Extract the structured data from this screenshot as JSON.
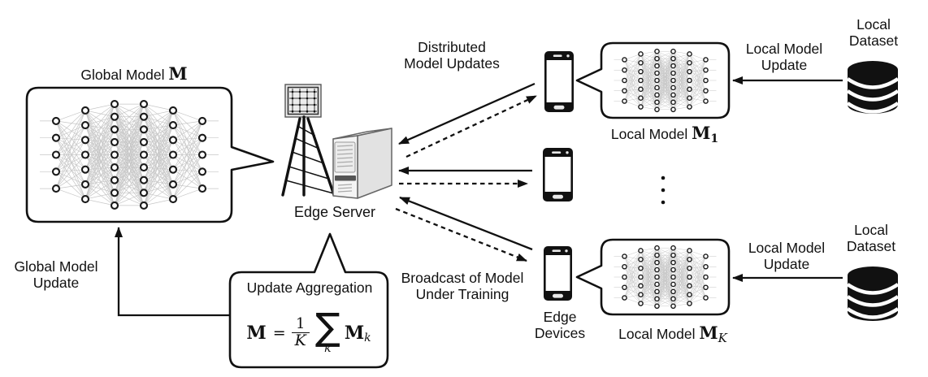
{
  "labels": {
    "global_model": {
      "prefix": "Global Model ",
      "symbol": "M"
    },
    "edge_server": "Edge Server",
    "distributed_updates": {
      "line1": "Distributed",
      "line2": "Model Updates"
    },
    "broadcast": {
      "line1": "Broadcast of Model",
      "line2": "Under Training"
    },
    "global_model_update": {
      "line1": "Global Model",
      "line2": "Update"
    },
    "edge_devices": {
      "line1": "Edge",
      "line2": "Devices"
    },
    "local_model_1": {
      "prefix": "Local Model ",
      "symbol": "M",
      "subscript": "1"
    },
    "local_model_K": {
      "prefix": "Local Model ",
      "symbol": "M",
      "subscript": "K"
    },
    "local_model_update_top": {
      "line1": "Local Model",
      "line2": "Update"
    },
    "local_model_update_bottom": {
      "line1": "Local Model",
      "line2": "Update"
    },
    "local_dataset_top": {
      "line1": "Local",
      "line2": "Dataset"
    },
    "local_dataset_bottom": {
      "line1": "Local",
      "line2": "Dataset"
    }
  },
  "aggregation": {
    "title": "Update Aggregation",
    "formula": {
      "lhs": "M",
      "equals": "=",
      "numerator": "1",
      "denominator": "K",
      "sum_symbol": "∑",
      "sum_index": "k",
      "term_symbol": "M",
      "term_subscript": "k"
    }
  },
  "figures": {
    "neural_net_layers": [
      5,
      7,
      9,
      9,
      7,
      5
    ],
    "phone_count": 3,
    "database_disks": 4,
    "icons": [
      "antenna-tower-icon",
      "server-tower-icon",
      "smartphone-icon",
      "database-icon",
      "neural-network-figure",
      "ellipsis-icon"
    ]
  },
  "colors": {
    "ink": "#111111",
    "net_link": "#bdbdbd",
    "server_face": "#f4f4f4",
    "server_side": "#e2e2e2"
  }
}
